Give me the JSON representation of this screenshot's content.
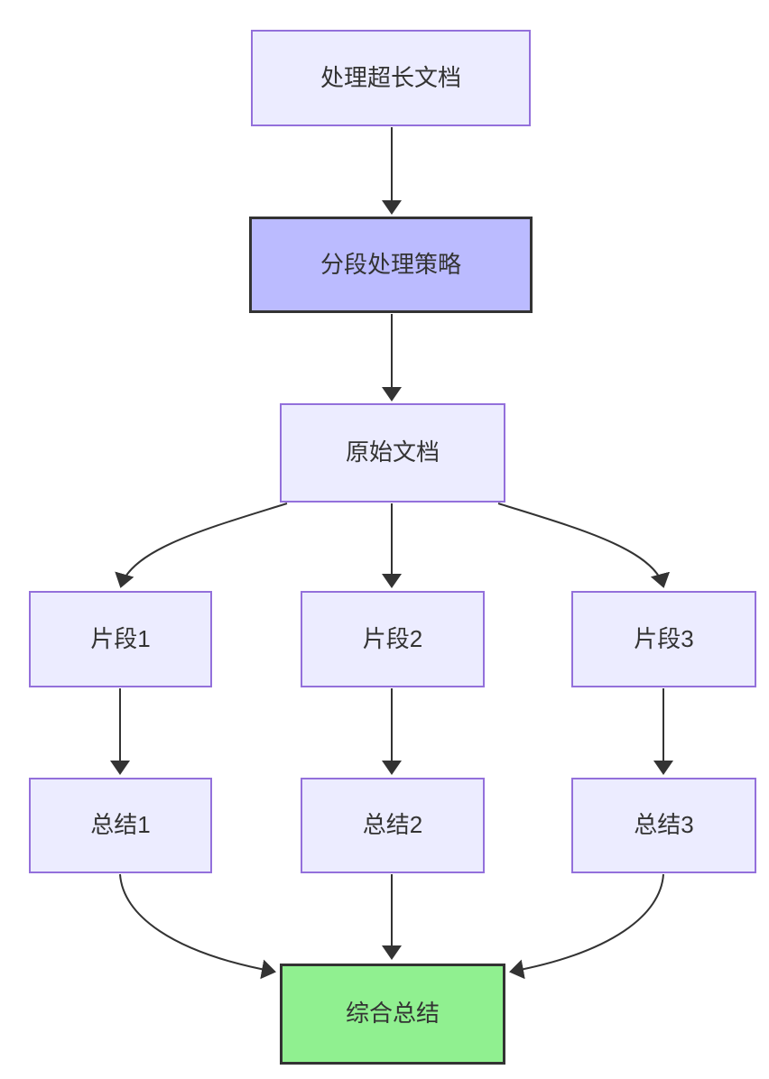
{
  "diagram": {
    "type": "flowchart",
    "direction": "top-down",
    "nodes": [
      {
        "id": "A",
        "label": "处理超长文档",
        "style": "default"
      },
      {
        "id": "B",
        "label": "分段处理策略",
        "style": "highlight-purple"
      },
      {
        "id": "C",
        "label": "原始文档",
        "style": "default"
      },
      {
        "id": "D1",
        "label": "片段1",
        "style": "default"
      },
      {
        "id": "D2",
        "label": "片段2",
        "style": "default"
      },
      {
        "id": "D3",
        "label": "片段3",
        "style": "default"
      },
      {
        "id": "E1",
        "label": "总结1",
        "style": "default"
      },
      {
        "id": "E2",
        "label": "总结2",
        "style": "default"
      },
      {
        "id": "E3",
        "label": "总结3",
        "style": "default"
      },
      {
        "id": "F",
        "label": "综合总结",
        "style": "highlight-green"
      }
    ],
    "edges": [
      {
        "from": "A",
        "to": "B"
      },
      {
        "from": "B",
        "to": "C"
      },
      {
        "from": "C",
        "to": "D1"
      },
      {
        "from": "C",
        "to": "D2"
      },
      {
        "from": "C",
        "to": "D3"
      },
      {
        "from": "D1",
        "to": "E1"
      },
      {
        "from": "D2",
        "to": "E2"
      },
      {
        "from": "D3",
        "to": "E3"
      },
      {
        "from": "E1",
        "to": "F"
      },
      {
        "from": "E2",
        "to": "F"
      },
      {
        "from": "E3",
        "to": "F"
      }
    ],
    "colors": {
      "node_fill": "#ECECFF",
      "node_border": "#9370DB",
      "highlight_purple_fill": "#BBBBFF",
      "highlight_green_fill": "#90F090",
      "highlight_border": "#333333",
      "edge": "#333333",
      "text": "#333333",
      "background": "#FFFFFF"
    }
  }
}
